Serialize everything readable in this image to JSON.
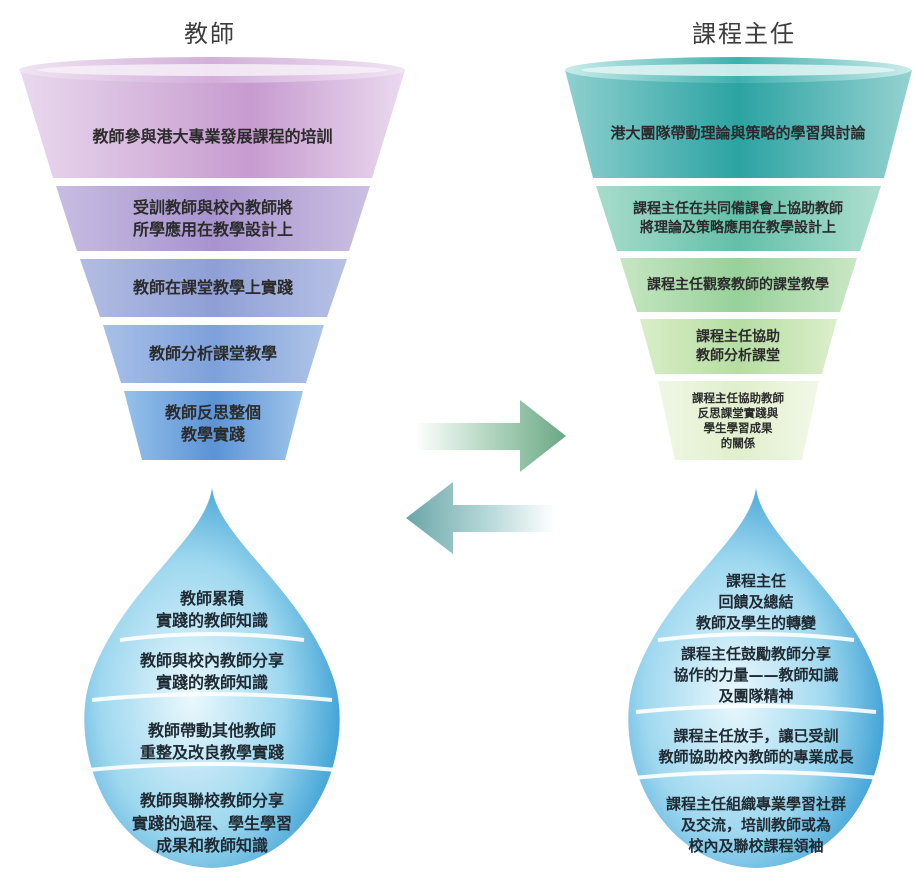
{
  "teacher": {
    "title": "教師",
    "funnel": [
      [
        "教師參與港大專業發展課程的培訓"
      ],
      [
        "受訓教師與校內教師將",
        "所學應用在教學設計上"
      ],
      [
        "教師在課堂教學上實踐"
      ],
      [
        "教師分析課堂教學"
      ],
      [
        "教師反思整個",
        "教學實踐"
      ]
    ],
    "drop": [
      [
        "教師累積",
        "實踐的教師知識"
      ],
      [
        "教師與校內教師分享",
        "實踐的教師知識"
      ],
      [
        "教師帶動其他教師",
        "重整及改良教學實踐"
      ],
      [
        "教師與聯校教師分享",
        "實踐的過程、學生學習",
        "成果和教師知識"
      ]
    ]
  },
  "coordinator": {
    "title": "課程主任",
    "funnel": [
      [
        "港大團隊帶動理論與策略的學習與討論"
      ],
      [
        "課程主任在共同備課會上協助教師",
        "將理論及策略應用在教學設計上"
      ],
      [
        "課程主任觀察教師的課堂教學"
      ],
      [
        "課程主任協助",
        "教師分析課堂"
      ],
      [
        "課程主任協助教師",
        "反思課堂實踐與",
        "學生學習成果",
        "的關係"
      ]
    ],
    "drop": [
      [
        "課程主任",
        "回饋及總結",
        "教師及學生的轉變"
      ],
      [
        "課程主任鼓勵教師分享",
        "協作的力量——教師知識",
        "及團隊精神"
      ],
      [
        "課程主任放手，讓已受訓",
        "教師協助校內教師的專業成長"
      ],
      [
        "課程主任組織專業學習社群",
        "及交流，培訓教師或為",
        "校內及聯校課程領袖"
      ]
    ]
  },
  "colors": {
    "teacher_funnel_top": "#c79bcf",
    "teacher_funnel_bottom": "#4f8fd0",
    "coord_funnel_top": "#1f9c9c",
    "coord_funnel_bottom": "#e6f2cf",
    "arrow_right": "#6aa884",
    "arrow_left": "#6aa6a8",
    "drop_light": "#d7f0fa",
    "drop_dark": "#2f9fd3"
  },
  "icons": [
    "arrow-right-icon",
    "arrow-left-icon"
  ]
}
